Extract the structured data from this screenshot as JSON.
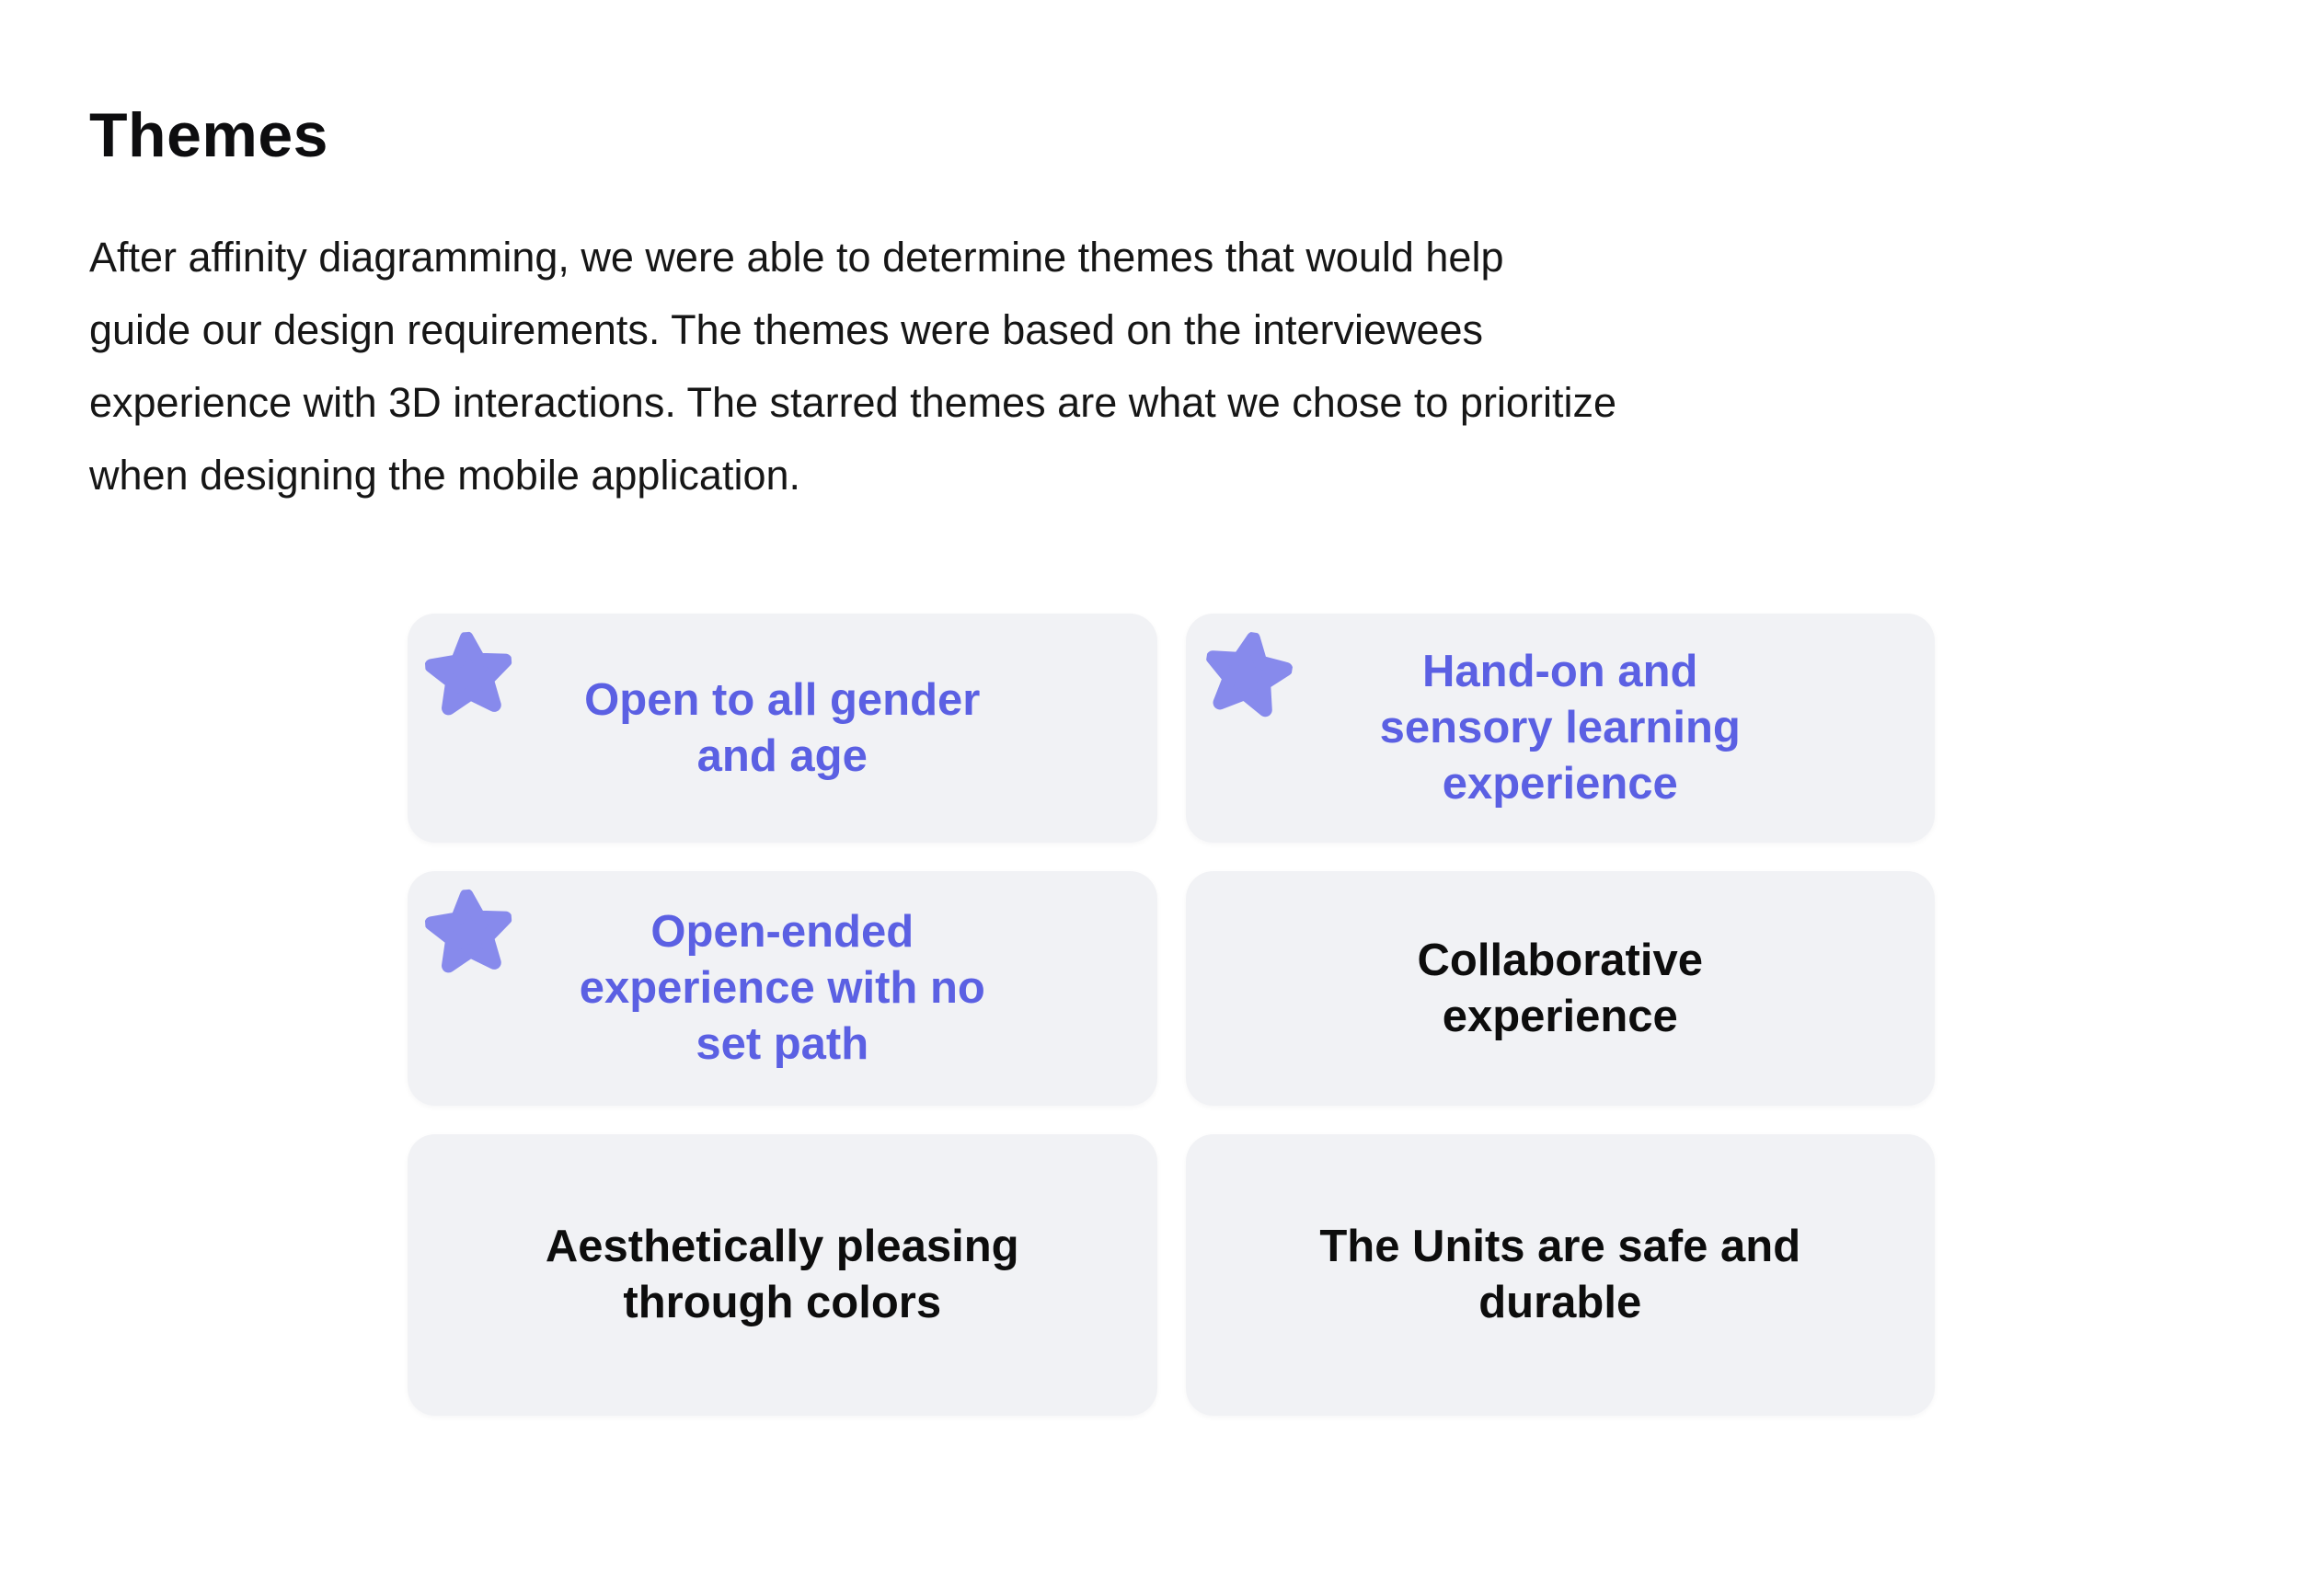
{
  "header": {
    "title": "Themes"
  },
  "intro": {
    "text": "After affinity diagramming, we were able to determine themes that would help\nguide our design requirements. The themes were based on the interviewees\nexperience with 3D interactions. The starred themes are what we chose to prioritize\nwhen designing the mobile application."
  },
  "themes": {
    "cards": [
      {
        "label": "Open to all gender\nand age",
        "starred": true,
        "emphasis": "accent"
      },
      {
        "label": "Hand-on and\nsensory learning\nexperience",
        "starred": true,
        "emphasis": "accent"
      },
      {
        "label": "Open-ended\nexperience with no\nset path",
        "starred": true,
        "emphasis": "accent"
      },
      {
        "label": "Collaborative\nexperience",
        "starred": false,
        "emphasis": "dark"
      },
      {
        "label": "Aesthetically pleasing\nthrough colors",
        "starred": false,
        "emphasis": "dark"
      },
      {
        "label": "The Units are safe and\ndurable",
        "starred": false,
        "emphasis": "dark"
      }
    ],
    "star_icon": "wobbly-star"
  },
  "colors": {
    "background": "#ffffff",
    "card_background": "#f1f2f5",
    "accent_text": "#5b60e3",
    "star_fill": "#878aec",
    "body_text": "#161616",
    "heading_text": "#0d0d0f"
  }
}
